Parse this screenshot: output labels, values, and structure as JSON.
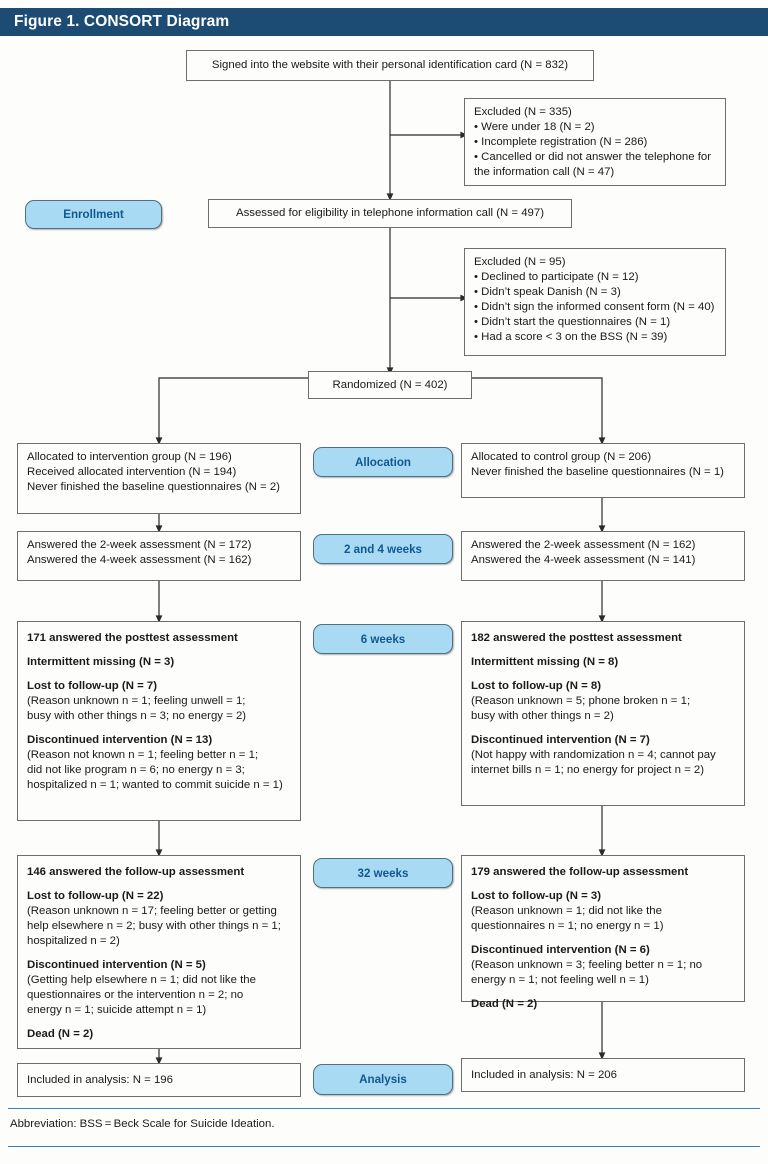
{
  "figure": {
    "title": "Figure 1. CONSORT Diagram",
    "footnote": "Abbreviation: BSS = Beck Scale for Suicide Ideation."
  },
  "colors": {
    "header_bar": "#1c4b73",
    "pill_fill": "#a9daf4",
    "pill_text": "#10588f",
    "pill_border": "#4f6f82",
    "box_border": "#6e6e6e",
    "rule": "#3f7fae",
    "page_background": "#fdfdfb"
  },
  "stage_labels": [
    {
      "name": "enrollment",
      "label": "Enrollment"
    },
    {
      "name": "allocation",
      "label": "Allocation"
    },
    {
      "name": "two-and-four-weeks",
      "label": "2 and 4 weeks"
    },
    {
      "name": "six-weeks",
      "label": "6 weeks"
    },
    {
      "name": "thirtytwo-weeks",
      "label": "32 weeks"
    },
    {
      "name": "analysis",
      "label": "Analysis"
    }
  ],
  "nodes": {
    "signed_in": "Signed into the website with their personal identification card (N = 832)",
    "excluded_1": {
      "heading": "Excluded (N = 335)",
      "items": [
        "• Were under 18 (N = 2)",
        "• Incomplete registration (N = 286)",
        "• Cancelled or did not answer the telephone for the information call (N = 47)"
      ]
    },
    "assessed": "Assessed for eligibility in telephone information call (N = 497)",
    "excluded_2": {
      "heading": "Excluded (N = 95)",
      "items": [
        "• Declined to participate (N = 12)",
        "• Didn’t speak Danish (N = 3)",
        "• Didn’t sign the informed consent form (N = 40)",
        "• Didn’t start the questionnaires (N = 1)",
        "• Had a score < 3 on the BSS (N = 39)"
      ]
    },
    "randomized": "Randomized (N = 402)",
    "allocation_intervention": [
      "Allocated to intervention group (N = 196)",
      "Received allocated intervention (N = 194)",
      "Never finished the baseline questionnaires (N = 2)"
    ],
    "allocation_control": [
      "Allocated to control group (N = 206)",
      "Never finished the baseline questionnaires (N = 1)"
    ],
    "weeks24_intervention": [
      "Answered the 2-week assessment (N = 172)",
      "Answered the 4-week assessment (N = 162)"
    ],
    "weeks24_control": [
      "Answered the 2-week assessment (N = 162)",
      "Answered the 4-week assessment (N = 141)"
    ],
    "weeks6_intervention": {
      "title": "171 answered the posttest assessment",
      "intermittent": "Intermittent missing (N = 3)",
      "lost_heading": "Lost to follow-up (N = 7)",
      "lost_detail": [
        "(Reason unknown n = 1; feeling unwell = 1;",
        "busy with other things n = 3; no energy = 2)"
      ],
      "disc_heading": "Discontinued intervention (N = 13)",
      "disc_detail": [
        "(Reason not known n = 1; feeling better n = 1;",
        "did not like program n =  6; no energy n = 3;",
        "hospitalized n = 1; wanted to commit suicide n = 1)"
      ]
    },
    "weeks6_control": {
      "title": "182 answered the posttest assessment",
      "intermittent": "Intermittent missing (N = 8)",
      "lost_heading": "Lost to follow-up (N = 8)",
      "lost_detail": [
        "(Reason unknown = 5; phone broken n = 1;",
        "busy with other things n = 2)"
      ],
      "disc_heading": "Discontinued intervention (N = 7)",
      "disc_detail": [
        "(Not happy with randomization n = 4; cannot pay",
        " internet bills n = 1; no energy for project n = 2)"
      ]
    },
    "weeks32_intervention": {
      "title": "146 answered the follow-up assessment",
      "lost_heading": "Lost to follow-up (N = 22)",
      "lost_detail": [
        "(Reason unknown n = 17; feeling better or getting",
        "help elsewhere n = 2; busy with other things n = 1;",
        "hospitalized n = 2)"
      ],
      "disc_heading": "Discontinued intervention (N = 5)",
      "disc_detail": [
        "(Getting help elsewhere n = 1; did not like the",
        "questionnaires or the intervention n = 2; no",
        "energy n = 1; suicide attempt n = 1)"
      ],
      "dead": "Dead (N = 2)"
    },
    "weeks32_control": {
      "title": "179 answered the follow-up assessment",
      "lost_heading": "Lost to follow-up (N = 3)",
      "lost_detail": [
        "(Reason unknown = 1; did not like the",
        "questionnaires n = 1; no energy n = 1)"
      ],
      "disc_heading": "Discontinued intervention (N = 6)",
      "disc_detail": [
        "(Reason unknown = 3; feeling better n = 1; no",
        "energy n = 1; not feeling well n = 1)"
      ],
      "dead": "Dead (N = 2)"
    },
    "analysis_intervention": "Included in analysis: N = 196",
    "analysis_control": "Included in analysis: N = 206"
  }
}
